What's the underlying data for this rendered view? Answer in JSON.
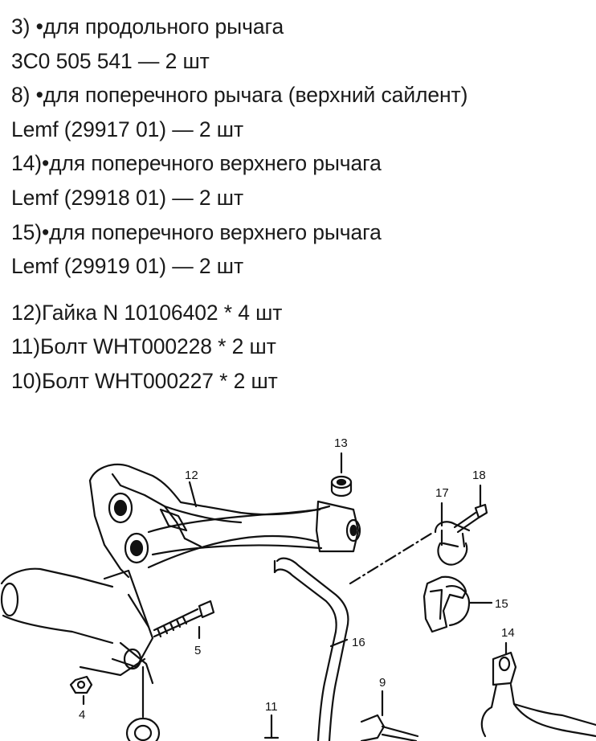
{
  "lines": [
    "3) •для продольного рычага",
    "3C0 505 541 — 2 шт",
    "8) •для поперечного рычага (верхний сайлент)",
    "Lemf (29917 01) — 2 шт",
    "14)•для поперечного верхнего рычага",
    "Lemf (29918 01) — 2 шт",
    "15)•для поперечного верхнего рычага",
    "Lemf (29919 01) — 2 шт",
    "12)Гайка N 10106402 * 4 шт",
    "11)Болт WHT000228 * 2 шт",
    "10)Болт WHT000227 * 2 шт"
  ],
  "callouts": {
    "c13": "13",
    "c12": "12",
    "c17": "17",
    "c18": "18",
    "c15": "15",
    "c5": "5",
    "c16": "16",
    "c14": "14",
    "c9": "9",
    "c11": "11",
    "c4": "4"
  }
}
